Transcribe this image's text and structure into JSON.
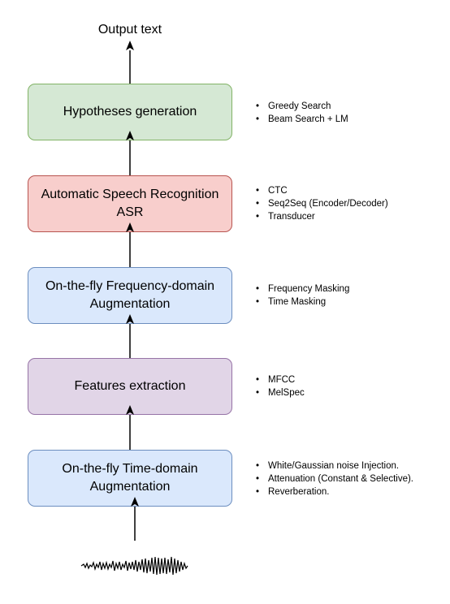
{
  "output_label": "Output text",
  "stages": [
    {
      "id": "hypotheses",
      "lines": [
        "Hypotheses generation"
      ],
      "color": "green",
      "bullets": [
        "Greedy Search",
        "Beam Search + LM"
      ]
    },
    {
      "id": "asr",
      "lines": [
        "Automatic Speech Recognition",
        "ASR"
      ],
      "color": "red",
      "bullets": [
        "CTC",
        "Seq2Seq (Encoder/Decoder)",
        "Transducer"
      ]
    },
    {
      "id": "freq-aug",
      "lines": [
        "On-the-fly Frequency-domain",
        "Augmentation"
      ],
      "color": "blue",
      "bullets": [
        "Frequency Masking",
        "Time Masking"
      ]
    },
    {
      "id": "features",
      "lines": [
        "Features extraction"
      ],
      "color": "purple",
      "bullets": [
        "MFCC",
        "MelSpec"
      ]
    },
    {
      "id": "time-aug",
      "lines": [
        "On-the-fly Time-domain",
        "Augmentation"
      ],
      "color": "blue",
      "bullets": [
        "White/Gaussian noise Injection.",
        "Attenuation (Constant & Selective).",
        "Reverberation."
      ]
    }
  ],
  "colors": {
    "green": {
      "fill": "#d5e8d4",
      "stroke": "#82b366"
    },
    "red": {
      "fill": "#f8cecc",
      "stroke": "#b85450"
    },
    "blue": {
      "fill": "#dae8fc",
      "stroke": "#6c8ebf"
    },
    "purple": {
      "fill": "#e1d5e7",
      "stroke": "#9673a6"
    }
  },
  "icons": {
    "input": "audio-waveform-icon"
  }
}
